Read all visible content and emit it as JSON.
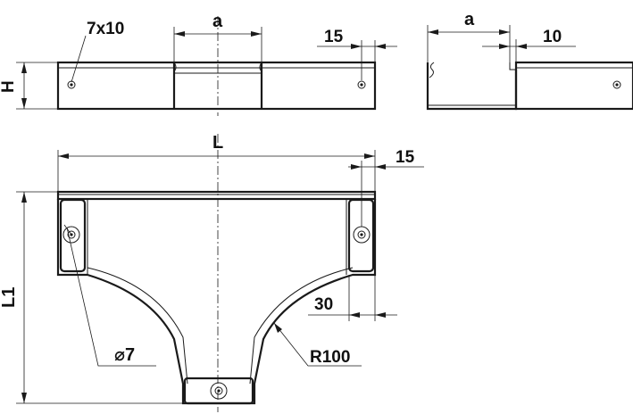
{
  "labels": {
    "slot": "7x10",
    "width_top": "a",
    "height": "H",
    "offset_top": "15",
    "width_side": "a",
    "offset_side": "10",
    "length": "L",
    "offset_plan": "15",
    "length_branch": "L1",
    "offset_30": "30",
    "hole_diameter": "⌀7",
    "radius": "R100"
  },
  "colors": {
    "line": "#1a1a1a",
    "background": "#ffffff"
  }
}
